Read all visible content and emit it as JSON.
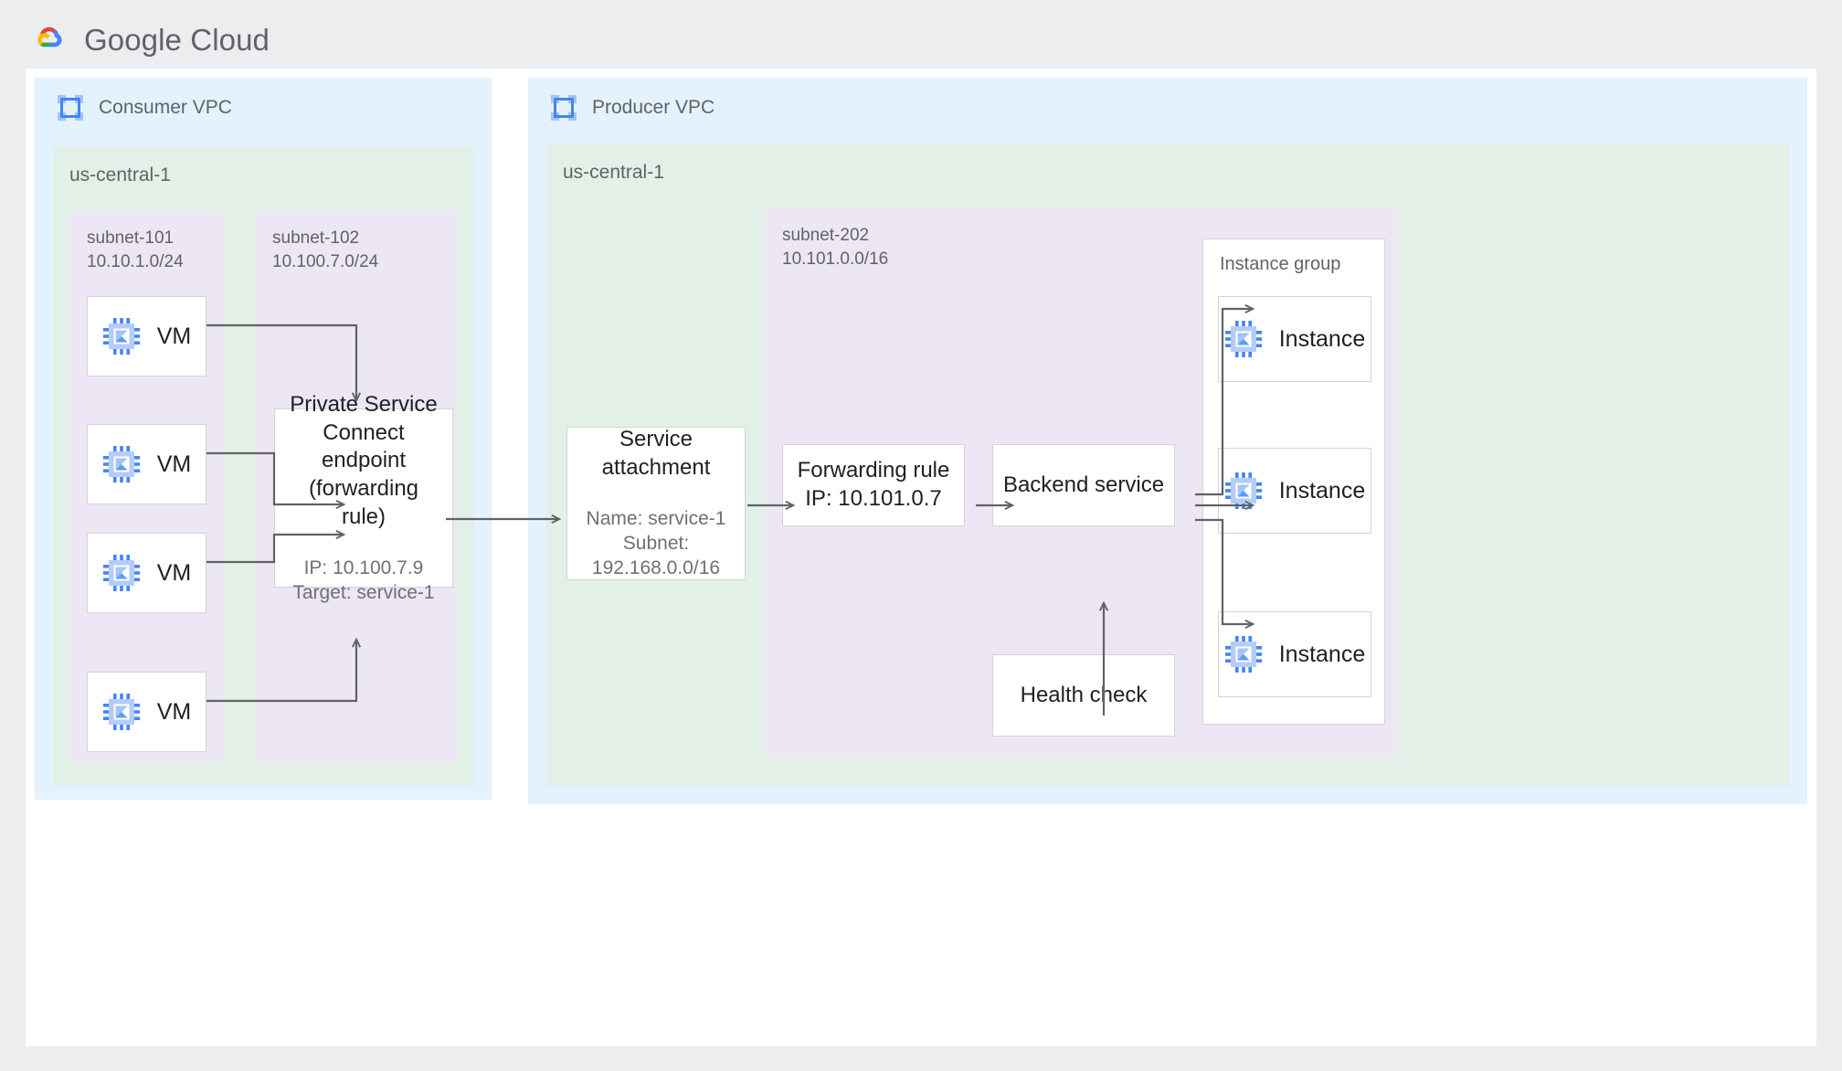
{
  "brand": {
    "name": "Google Cloud",
    "logo_icon": "google-cloud-logo"
  },
  "diagram": {
    "type": "architecture-diagram",
    "colors": {
      "page_background": "#ebedee",
      "panel": "#ffffff",
      "vpc_fill": "#e3f2fd",
      "region_fill": "#e3f0e7",
      "subnet_fill": "#ece6f5",
      "node_fill": "#ffffff",
      "node_border": "#d4d4d4",
      "connector": "#5f6368",
      "text_primary": "#202124",
      "text_secondary": "#5f6368",
      "icon_blue": "#4285f4"
    },
    "consumer": {
      "vpc_label": "Consumer VPC",
      "vpc_icon": "vpc-network-icon",
      "region_label": "us-central-1",
      "subnet_101": {
        "name": "subnet-101",
        "cidr": "10.10.1.0/24",
        "label": "subnet-101\n10.10.1.0/24"
      },
      "subnet_102": {
        "name": "subnet-102",
        "cidr": "10.100.7.0/24",
        "label": "subnet-102\n10.100.7.0/24"
      },
      "vms": [
        {
          "label": "VM",
          "icon": "vm-chip-icon"
        },
        {
          "label": "VM",
          "icon": "vm-chip-icon"
        },
        {
          "label": "VM",
          "icon": "vm-chip-icon"
        },
        {
          "label": "VM",
          "icon": "vm-chip-icon"
        }
      ],
      "psc_endpoint": {
        "title": "Private Service\nConnect endpoint\n(forwarding rule)",
        "details": "IP: 10.100.7.9\nTarget: service-1",
        "ip": "10.100.7.9",
        "target": "service-1"
      }
    },
    "producer": {
      "vpc_label": "Producer VPC",
      "vpc_icon": "vpc-network-icon",
      "region_label": "us-central-1",
      "subnet_202": {
        "name": "subnet-202",
        "cidr": "10.101.0.0/16",
        "label": "subnet-202\n10.101.0.0/16"
      },
      "service_attachment": {
        "title": "Service attachment",
        "details": "Name: service-1\nSubnet:\n192.168.0.0/16",
        "name": "service-1",
        "subnet": "192.168.0.0/16"
      },
      "forwarding_rule": {
        "title": "Forwarding rule\nIP: 10.101.0.7",
        "ip": "10.101.0.7"
      },
      "backend_service": {
        "title": "Backend service"
      },
      "health_check": {
        "title": "Health check"
      },
      "instance_group": {
        "label": "Instance group",
        "instances": [
          {
            "label": "Instance",
            "icon": "vm-chip-icon"
          },
          {
            "label": "Instance",
            "icon": "vm-chip-icon"
          },
          {
            "label": "Instance",
            "icon": "vm-chip-icon"
          }
        ]
      }
    }
  }
}
